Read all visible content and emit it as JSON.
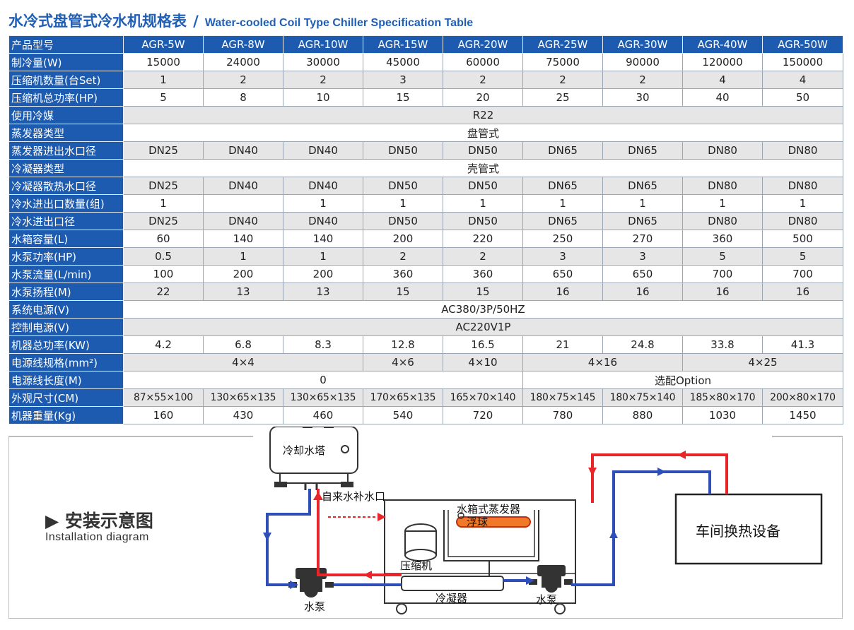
{
  "title": {
    "zh": "水冷式盘管式冷水机规格表",
    "sep": "/",
    "en": "Water-cooled Coil Type Chiller Specification Table"
  },
  "table": {
    "header": {
      "label": "产品型号",
      "models": [
        "AGR-5W",
        "AGR-8W",
        "AGR-10W",
        "AGR-15W",
        "AGR-20W",
        "AGR-25W",
        "AGR-30W",
        "AGR-40W",
        "AGR-50W"
      ]
    },
    "rows": [
      {
        "label": "制冷量(W)",
        "values": [
          "15000",
          "24000",
          "30000",
          "45000",
          "60000",
          "75000",
          "90000",
          "120000",
          "150000"
        ]
      },
      {
        "label": "压缩机数量(台Set)",
        "values": [
          "1",
          "2",
          "2",
          "3",
          "2",
          "2",
          "2",
          "4",
          "4"
        ]
      },
      {
        "label": "压缩机总功率(HP)",
        "values": [
          "5",
          "8",
          "10",
          "15",
          "20",
          "25",
          "30",
          "40",
          "50"
        ]
      },
      {
        "label": "使用冷媒",
        "span": "R22"
      },
      {
        "label": "蒸发器类型",
        "span": "盘管式"
      },
      {
        "label": "蒸发器进出水口径",
        "values": [
          "DN25",
          "DN40",
          "DN40",
          "DN50",
          "DN50",
          "DN65",
          "DN65",
          "DN80",
          "DN80"
        ]
      },
      {
        "label": "冷凝器类型",
        "span": "壳管式"
      },
      {
        "label": "冷凝器散热水口径",
        "values": [
          "DN25",
          "DN40",
          "DN40",
          "DN50",
          "DN50",
          "DN65",
          "DN65",
          "DN80",
          "DN80"
        ]
      },
      {
        "label": "冷水进出口数量(组)",
        "values": [
          "1",
          "",
          "1",
          "1",
          "1",
          "1",
          "1",
          "1",
          "1"
        ]
      },
      {
        "label": "冷水进出口径",
        "values": [
          "DN25",
          "DN40",
          "DN40",
          "DN50",
          "DN50",
          "DN65",
          "DN65",
          "DN80",
          "DN80"
        ]
      },
      {
        "label": "水箱容量(L)",
        "values": [
          "60",
          "140",
          "140",
          "200",
          "220",
          "250",
          "270",
          "360",
          "500"
        ]
      },
      {
        "label": "水泵功率(HP)",
        "values": [
          "0.5",
          "1",
          "1",
          "2",
          "2",
          "3",
          "3",
          "5",
          "5"
        ]
      },
      {
        "label": "水泵流量(L/min)",
        "values": [
          "100",
          "200",
          "200",
          "360",
          "360",
          "650",
          "650",
          "700",
          "700"
        ]
      },
      {
        "label": "水泵扬程(M)",
        "values": [
          "22",
          "13",
          "13",
          "15",
          "15",
          "16",
          "16",
          "16",
          "16"
        ]
      },
      {
        "label": "系统电源(V)",
        "span": "AC380/3P/50HZ"
      },
      {
        "label": "控制电源(V)",
        "span": "AC220V1P"
      },
      {
        "label": "机器总功率(KW)",
        "values": [
          "4.2",
          "6.8",
          "8.3",
          "12.8",
          "16.5",
          "21",
          "24.8",
          "33.8",
          "41.3"
        ]
      },
      {
        "label": "电源线规格(mm²)",
        "groups": [
          {
            "text": "4×4",
            "cols": 3
          },
          {
            "text": "4×6",
            "cols": 1
          },
          {
            "text": "4×10",
            "cols": 1
          },
          {
            "text": "4×16",
            "cols": 2
          },
          {
            "text": "4×25",
            "cols": 2
          }
        ]
      },
      {
        "label": "电源线长度(M)",
        "groups": [
          {
            "text": "0",
            "cols": 5
          },
          {
            "text": "选配Option",
            "cols": 4
          }
        ]
      },
      {
        "label": "外观尺寸(CM)",
        "values": [
          "87×55×100",
          "130×65×135",
          "130×65×135",
          "170×65×135",
          "165×70×140",
          "180×75×145",
          "180×75×140",
          "185×80×170",
          "200×80×170"
        ]
      },
      {
        "label": "机器重量(Kg)",
        "values": [
          "160",
          "430",
          "460",
          "540",
          "720",
          "780",
          "880",
          "1030",
          "1450"
        ]
      }
    ]
  },
  "diagram": {
    "heading_zh": "▶ 安装示意图",
    "heading_en": "Installation diagram",
    "labels": {
      "cooling_tower": "冷却水塔",
      "makeup_water": "自来水补水口",
      "tank_evaporator": "水箱式蒸发器",
      "float_ball": "浮球",
      "compressor": "压缩机",
      "condenser": "冷凝器",
      "pump_left": "水泵",
      "pump_right": "水泵",
      "workshop": "车间换热设备"
    },
    "colors": {
      "hot": "#e8262a",
      "cold": "#2f4fb8",
      "frame": "#444444",
      "header": "#1d5bb0"
    }
  }
}
